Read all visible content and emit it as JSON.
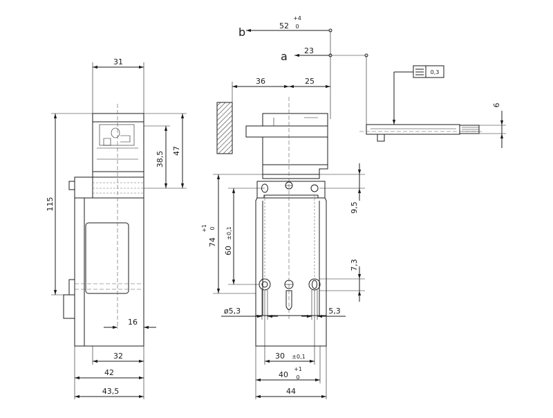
{
  "labels": {
    "b": "b",
    "a": "a"
  },
  "dimensions": {
    "d31": "31",
    "d115": "115",
    "d38_5": "38,5",
    "d47": "47",
    "d16": "16",
    "d32": "32",
    "d42": "42",
    "d43_5": "43,5",
    "d52": "52",
    "d52_tol_upper": "+4",
    "d52_tol_lower": "0",
    "d23": "23",
    "d36": "36",
    "d25": "25",
    "d9_5": "9,5",
    "d74": "74",
    "d74_tol_upper": "+1",
    "d74_tol_lower": "0",
    "d60": "60",
    "d60_tol": "±0,1",
    "d7_3": "7,3",
    "d5_3_dia": "ø5,3",
    "d5_3": "5,3",
    "d30": "30",
    "d30_tol": "±0,1",
    "d40": "40",
    "d40_tol_upper": "+1",
    "d40_tol_lower": "0",
    "d44": "44",
    "d6": "6",
    "flatness_value": "0,3"
  },
  "colors": {
    "line": "#1a1a1a",
    "hatch": "#333333",
    "background": "#ffffff"
  }
}
